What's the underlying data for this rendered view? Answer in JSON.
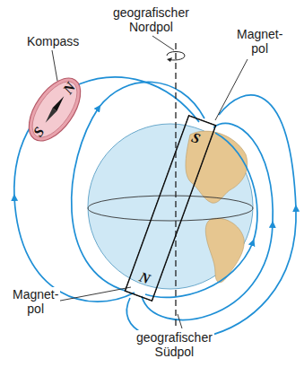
{
  "diagram": {
    "nodes": [
      {
        "text": [
          "N",
          "S"
        ]
      },
      {
        "text": [
          "S",
          "N"
        ]
      }
    ],
    "labels": [
      "geografischer Nordpol",
      "Magnet- pol",
      "Kompass",
      "Magnet- pol",
      "geografischer Südpol"
    ]
  }
}
